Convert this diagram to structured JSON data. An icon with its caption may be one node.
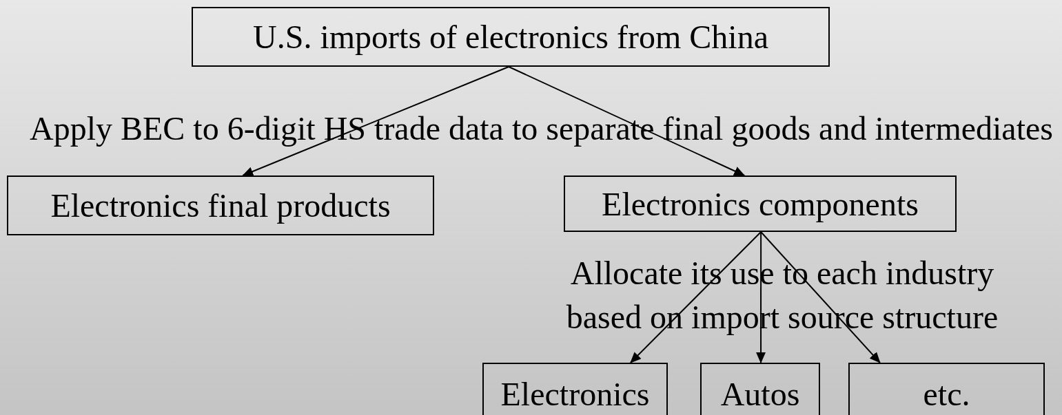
{
  "diagram": {
    "nodes": [
      {
        "text": [
          "U.S. imports of electronics from China"
        ]
      },
      {
        "text": [
          "Electronics final products"
        ]
      },
      {
        "text": [
          "Electronics components"
        ]
      },
      {
        "text": [
          "Electronics"
        ]
      },
      {
        "text": [
          "Autos"
        ]
      },
      {
        "text": [
          "etc."
        ]
      }
    ],
    "edges": [
      {
        "from": 0,
        "to": 1,
        "arrow": "to"
      },
      {
        "from": 0,
        "to": 2,
        "arrow": "to"
      },
      {
        "from": 2,
        "to": 3,
        "arrow": "to"
      },
      {
        "from": 2,
        "to": 4,
        "arrow": "to"
      },
      {
        "from": 2,
        "to": 5,
        "arrow": "to"
      }
    ],
    "labels": [
      "Apply BEC to 6-digit HS trade data to separate final goods and intermediates",
      "Allocate its use to each industry based on import source structure"
    ]
  }
}
